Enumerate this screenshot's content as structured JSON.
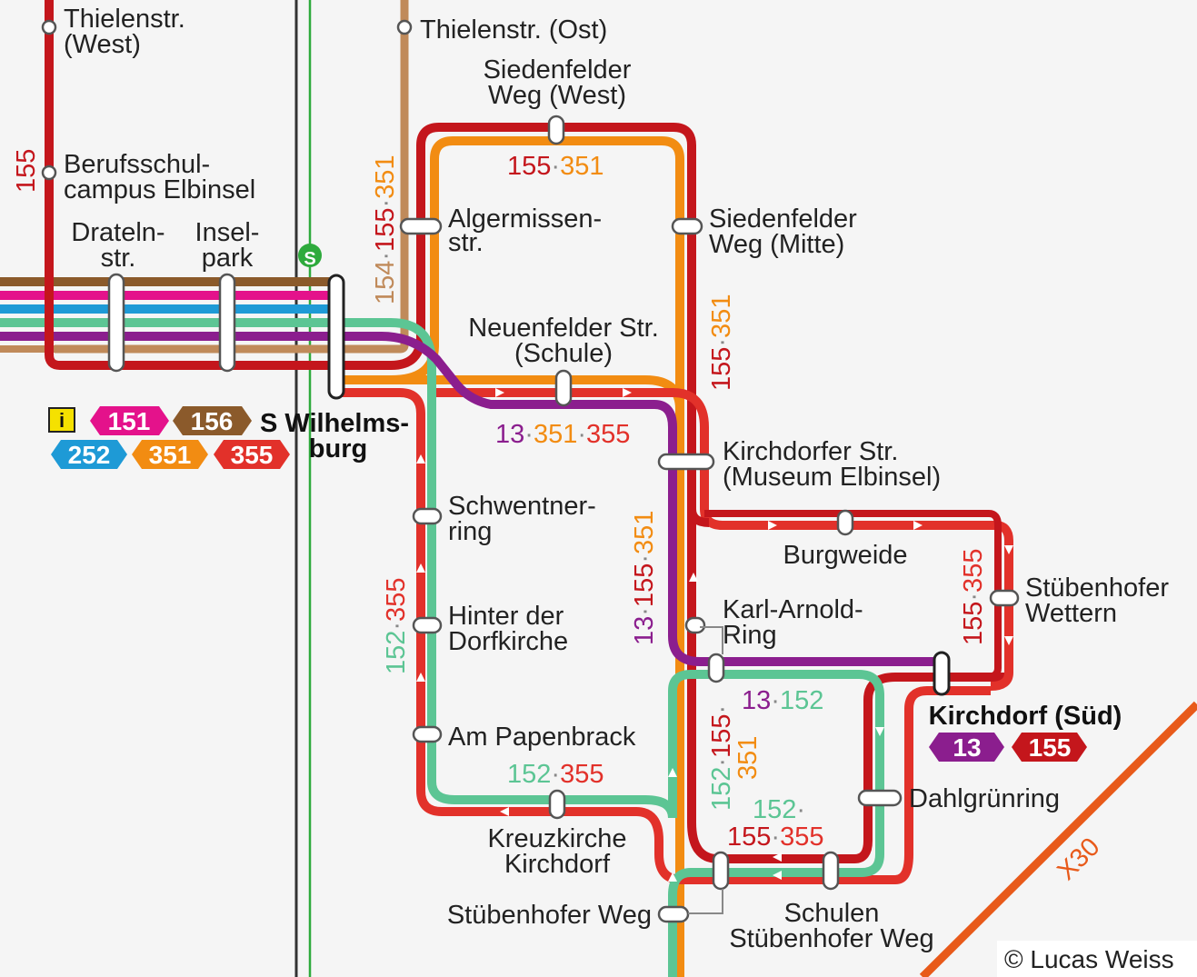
{
  "colors": {
    "line_13": "#8b1e8e",
    "line_151": "#e4128b",
    "line_152": "#5cc594",
    "line_154": "#c08a5a",
    "line_155": "#c4161c",
    "line_156": "#8b5a2b",
    "line_252": "#1e9ad6",
    "line_351": "#f28c12",
    "line_355": "#e2312a",
    "line_X30": "#e85a1a",
    "s_bahn": "#2eaa3c"
  },
  "stops": {
    "thielenstr_west": "Thielenstr.|(West)",
    "thielenstr_ost": "Thielenstr. (Ost)",
    "siedenfelder_west": "Siedenfelder|Weg (West)",
    "berufsschul": "Berufsschul-|campus Elbinsel",
    "drateln": "Drateln-|str.",
    "inselpark": "Insel-|park",
    "algermissen": "Algermissen-|str.",
    "siedenfelder_mitte": "Siedenfelder|Weg (Mitte)",
    "neuenfelder": "Neuenfelder Str.|(Schule)",
    "wilhelmsburg": "S Wilhelms-|burg",
    "kirchdorfer": "Kirchdorfer Str.|(Museum Elbinsel)",
    "schwentner": "Schwentner-|ring",
    "burgweide": "Burgweide",
    "stuebenhofer_wettern": "Stübenhofer|Wettern",
    "hinter_dorfkirche": "Hinter der|Dorfkirche",
    "karl_arnold": "Karl-Arnold-|Ring",
    "kirchdorf_sued": "Kirchdorf (Süd)",
    "am_papenbrack": "Am Papenbrack",
    "dahlgruenring": "Dahlgrünring",
    "kreuzkirche": "Kreuzkirche|Kirchdorf",
    "stuebenhofer_weg": "Stübenhofer Weg",
    "schulen": "Schulen|Stübenhofer Weg"
  },
  "route_labels": {
    "l155_left": "155",
    "top_155": "155",
    "top_351": "351",
    "v154": "154",
    "v155": "155",
    "v351": "351",
    "r155": "155",
    "r351": "351",
    "mid_13": "13",
    "mid_351": "351",
    "mid_355": "355",
    "c13": "13",
    "c155": "155",
    "c351": "351",
    "l152": "152",
    "l355": "355",
    "burg_155": "155",
    "burg_355": "355",
    "k13": "13",
    "k152": "152",
    "p152": "152",
    "p355": "355",
    "s152": "152",
    "s155": "155",
    "s351": "351",
    "b152": "152",
    "b155": "155",
    "b355": "355",
    "x30": "X30",
    "dot": "·"
  },
  "badges": {
    "b151": "151",
    "b156": "156",
    "b252": "252",
    "b351": "351",
    "b355": "355",
    "k13": "13",
    "k155": "155"
  },
  "icons": {
    "info": "i",
    "sbahn": "S"
  },
  "copyright": "© Lucas Weiss"
}
